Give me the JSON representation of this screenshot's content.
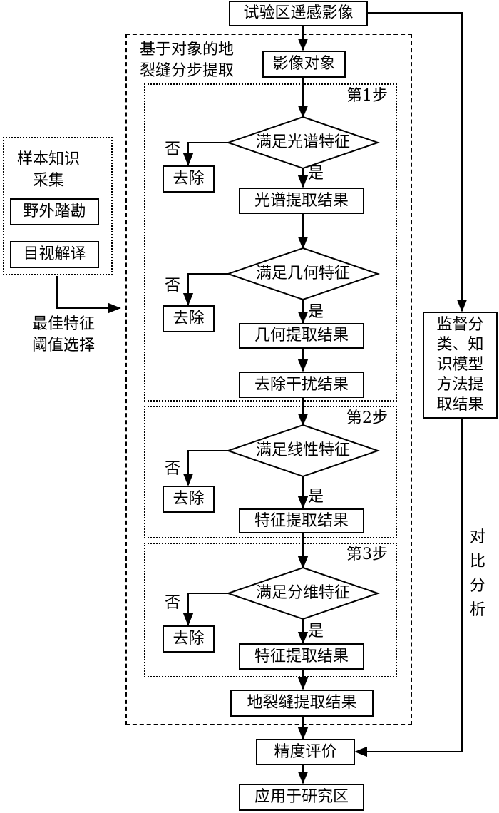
{
  "top_box": "试验区遥感影像",
  "object_group_title": [
    "基于对象的地",
    "裂缝分步提取"
  ],
  "object_box": "影像对象",
  "steps": [
    "第1步",
    "第2步",
    "第3步"
  ],
  "conditions": [
    "满足光谱特征",
    "满足几何特征",
    "满足线性特征",
    "满足分维特征"
  ],
  "yes": "是",
  "no": "否",
  "remove": "去除",
  "results": {
    "spectral": "光谱提取结果",
    "geometry": "几何提取结果",
    "denoise": "去除干扰结果",
    "feature2": "特征提取结果",
    "feature3": "特征提取结果",
    "final": "地裂缝提取结果"
  },
  "sample_knowledge": {
    "title": [
      "样本知识",
      "采集"
    ],
    "items": [
      "野外踏勘",
      "目视解译"
    ]
  },
  "threshold_label": [
    "最佳特征",
    "阈值选择"
  ],
  "supervised_box": [
    "监督分",
    "类、知",
    "识模型",
    "方法提",
    "取结果"
  ],
  "compare_label": [
    "对",
    "比",
    "分",
    "析"
  ],
  "accuracy_box": "精度评价",
  "apply_box": "应用于研究区"
}
